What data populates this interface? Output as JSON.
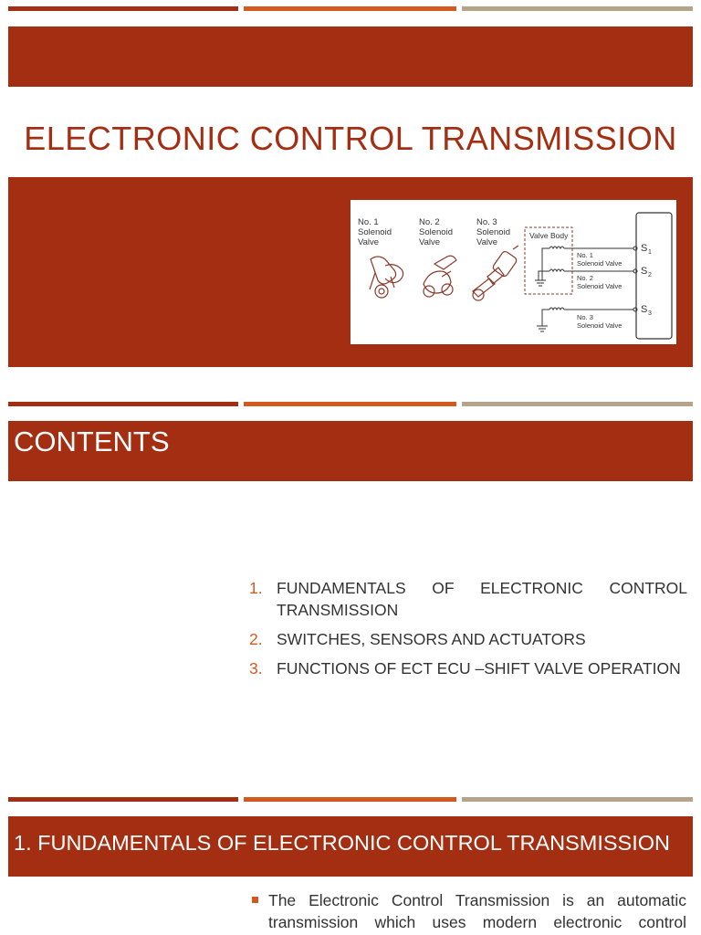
{
  "slide1": {
    "title": "ELECTRONIC CONTROL TRANSMISSION",
    "figure": {
      "valve_labels": [
        {
          "line1": "No. 1",
          "line2": "Solenoid",
          "line3": "Valve"
        },
        {
          "line1": "No. 2",
          "line2": "Solenoid",
          "line3": "Valve"
        },
        {
          "line1": "No. 3",
          "line2": "Solenoid",
          "line3": "Valve"
        }
      ],
      "valve_body_label": "Valve Body",
      "circuit_labels": [
        {
          "line1": "No. 1",
          "line2": "Solenoid Valve",
          "terminal": "S",
          "sub": "1"
        },
        {
          "line1": "No. 2",
          "line2": "Solenoid Valve",
          "terminal": "S",
          "sub": "2"
        },
        {
          "line1": "No. 3",
          "line2": "Solenoid Valve",
          "terminal": "S",
          "sub": "3"
        }
      ]
    }
  },
  "slide2": {
    "title": "CONTENTS",
    "items": [
      {
        "num": "1.",
        "line1": [
          "FUNDAMENTALS",
          "OF",
          "ELECTRONIC",
          "CONTROL"
        ],
        "line2": "TRANSMISSION"
      },
      {
        "num": "2.",
        "text": "SWITCHES, SENSORS AND ACTUATORS"
      },
      {
        "num": "3.",
        "text": "FUNCTIONS OF ECT ECU –SHIFT VALVE OPERATION"
      }
    ]
  },
  "slide3": {
    "title": "1.  FUNDAMENTALS OF ELECTRONIC CONTROL TRANSMISSION",
    "bullet": {
      "line1": "The Electronic Control Transmission is an automatic",
      "line2": "transmission which uses modern electronic control"
    }
  },
  "colors": {
    "accent_dark": "#a32e12",
    "accent_orange": "#d4591f",
    "accent_tan": "#b5a48a"
  }
}
